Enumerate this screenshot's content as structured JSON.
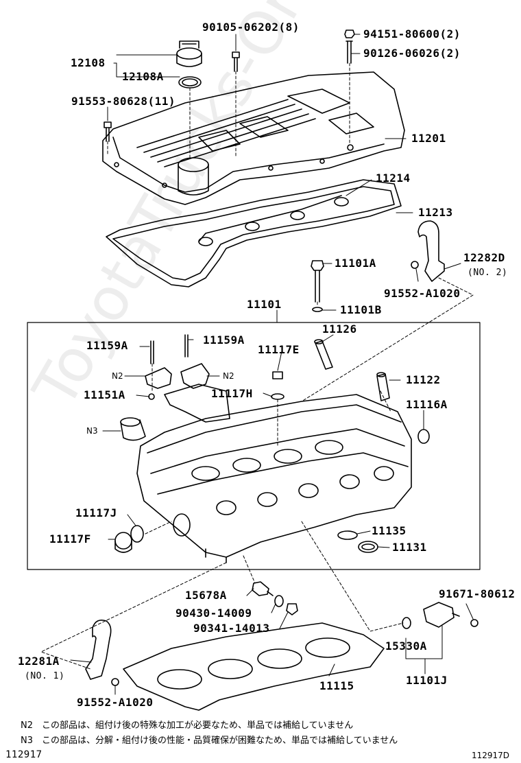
{
  "diagram": {
    "watermark": "ToyotaTrucks-Online.ru",
    "labels": {
      "p12108": "12108",
      "p12108A": "12108A",
      "p90105": "90105-06202(8)",
      "p94151": "94151-80600(2)",
      "p90126": "90126-06026(2)",
      "p91553": "91553-80628(11)",
      "p11201": "11201",
      "p11214": "11214",
      "p11213": "11213",
      "p11101A": "11101A",
      "p12282D": "12282D",
      "p12282Dno": "(NO. 2)",
      "p91552top": "91552-A1020",
      "p11101": "11101",
      "p11101B": "11101B",
      "p11126": "11126",
      "p11159Aleft": "11159A",
      "p11159Aright": "11159A",
      "p11117E": "11117E",
      "n2left": "N2",
      "n2right": "N2",
      "p11151A": "11151A",
      "p11117H": "11117H",
      "p11122": "11122",
      "p11116A": "11116A",
      "n3": "N3",
      "p11117J": "11117J",
      "p11117F": "11117F",
      "p11135": "11135",
      "p11131": "11131",
      "p15678A": "15678A",
      "p90430": "90430-14009",
      "p90341": "90341-14013",
      "p91671": "91671-80612",
      "p12281A": "12281A",
      "p12281Ano": "(NO. 1)",
      "p15330A": "15330A",
      "p11115": "11115",
      "p11101J": "11101J",
      "p91552bottom": "91552-A1020"
    },
    "notes": {
      "n2": "N2　この部品は、組付け後の特殊な加工が必要なため、単品では補給していません",
      "n3": "N3　この部品は、分解・組付け後の性能・品質確保が困難なため、単品では補給していません"
    },
    "footer": {
      "left_code": "112917",
      "right_code": "112917D"
    }
  }
}
